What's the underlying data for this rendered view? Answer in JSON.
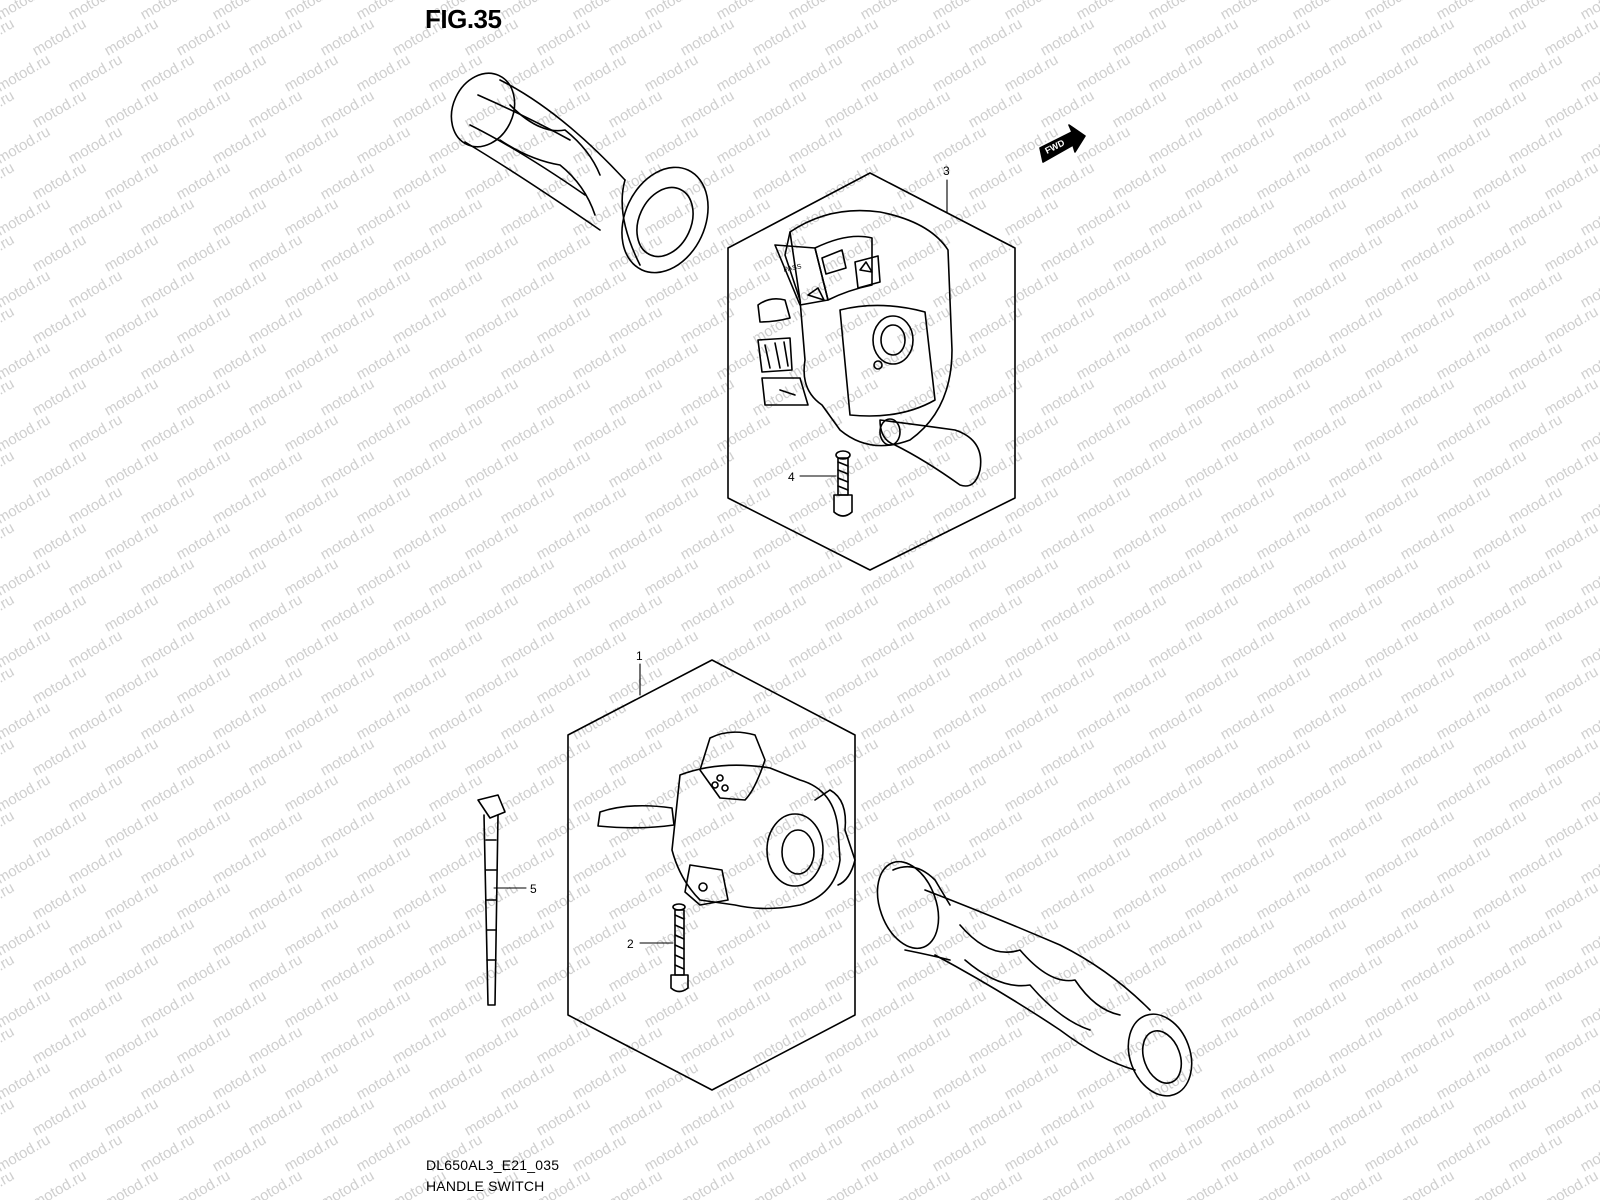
{
  "figure": {
    "title": "FIG.35",
    "code": "DL650AL3_E21_035",
    "name": "HANDLE SWITCH"
  },
  "watermark": {
    "text": "motod.ru",
    "color": "#cfcfcf"
  },
  "direction_tag": "FWD",
  "switch_labels": {
    "pass": "PASS"
  },
  "callouts": [
    {
      "number": "1",
      "part": "left handle switch assembly"
    },
    {
      "number": "2",
      "part": "screw"
    },
    {
      "number": "3",
      "part": "right handle switch assembly"
    },
    {
      "number": "4",
      "part": "screw"
    },
    {
      "number": "5",
      "part": "clamp"
    }
  ]
}
